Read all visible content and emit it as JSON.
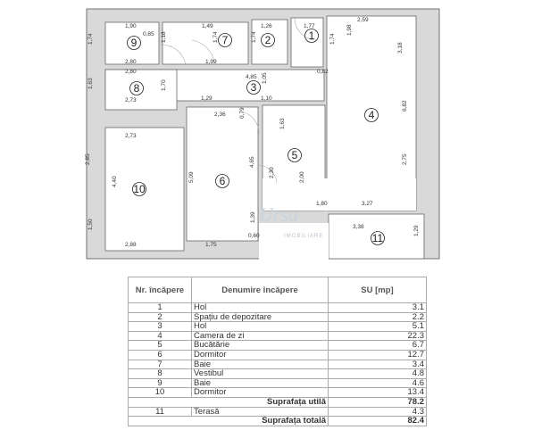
{
  "plan": {
    "rooms": [
      "1",
      "2",
      "3",
      "4",
      "5",
      "6",
      "7",
      "8",
      "9",
      "10",
      "11"
    ],
    "dims": [
      "1,90",
      "0,85",
      "1,49",
      "1,26",
      "1,77",
      "2,59",
      "1,74",
      "1,18",
      "1,74",
      "1,74",
      "1,74",
      "1,98",
      "3,18",
      "2,80",
      "1,99",
      "0,82",
      "2,80",
      "4,85",
      "1,05",
      "1,63",
      "1,70",
      "1,29",
      "1,10",
      "2,73",
      "2,36",
      "0,79",
      "1,63",
      "6,82",
      "2,73",
      "2,85",
      "4,40",
      "5,09",
      "4,65",
      "2,30",
      "2,00",
      "2,75",
      "1,80",
      "3,27",
      "1,39",
      "0,60",
      "1,50",
      "2,88",
      "1,75",
      "3,38",
      "1,29"
    ],
    "watermark": "Ursa",
    "watermark_sub": "IMOBILIARE"
  },
  "table": {
    "headers": [
      "Nr. încăpere",
      "Denumire încăpere",
      "SU [mp]"
    ],
    "rows": [
      {
        "nr": "1",
        "name": "Hol",
        "su": "3.1"
      },
      {
        "nr": "2",
        "name": "Spațiu de depozitare",
        "su": "2.2"
      },
      {
        "nr": "3",
        "name": "Hol",
        "su": "5.1"
      },
      {
        "nr": "4",
        "name": "Camera de zi",
        "su": "22.3"
      },
      {
        "nr": "5",
        "name": "Bucătărie",
        "su": "6.7"
      },
      {
        "nr": "6",
        "name": "Dormitor",
        "su": "12.7"
      },
      {
        "nr": "7",
        "name": "Baie",
        "su": "3.4"
      },
      {
        "nr": "8",
        "name": "Vestibul",
        "su": "4.8"
      },
      {
        "nr": "9",
        "name": "Baie",
        "su": "4.6"
      },
      {
        "nr": "10",
        "name": "Dormitor",
        "su": "13.4"
      }
    ],
    "util_label": "Suprafața utilă",
    "util_value": "78.2",
    "terrace": {
      "nr": "11",
      "name": "Terasă",
      "su": "4.3"
    },
    "total_label": "Suprafața totală",
    "total_value": "82.4"
  }
}
